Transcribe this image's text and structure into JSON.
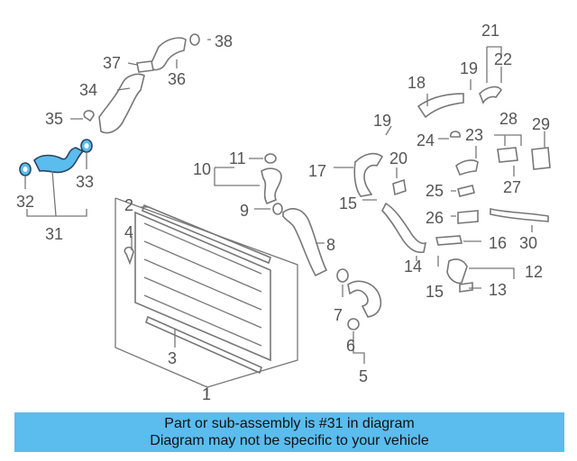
{
  "callouts": {
    "c1": "1",
    "c2": "2",
    "c3": "3",
    "c4": "4",
    "c5": "5",
    "c6": "6",
    "c7": "7",
    "c8": "8",
    "c9": "9",
    "c10": "10",
    "c11": "11",
    "c12": "12",
    "c13": "13",
    "c14": "14",
    "c15a": "15",
    "c15b": "15",
    "c16": "16",
    "c17": "17",
    "c18": "18",
    "c19a": "19",
    "c19b": "19",
    "c20": "20",
    "c21": "21",
    "c22": "22",
    "c23": "23",
    "c24": "24",
    "c25": "25",
    "c26": "26",
    "c27": "27",
    "c28": "28",
    "c29": "29",
    "c30": "30",
    "c31": "31",
    "c32": "32",
    "c33": "33",
    "c34": "34",
    "c35": "35",
    "c36": "36",
    "c37": "37",
    "c38": "38"
  },
  "highlight": {
    "part": "31",
    "color": "#5bbcee"
  },
  "banner": {
    "line1": "Part or sub-assembly is #31 in diagram",
    "line2": "Diagram may not be specific to your vehicle",
    "color": "#5bbcee"
  }
}
